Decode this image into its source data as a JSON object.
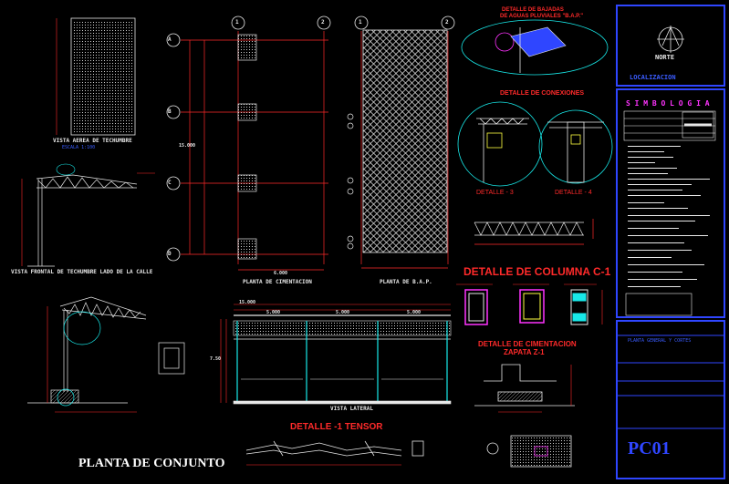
{
  "sheet": {
    "code": "PC01",
    "title": "PLANTA DE CONJUNTO",
    "colors": {
      "background": "#000000",
      "frame": "#2f46ff",
      "red": "#ff2a2a",
      "cyan": "#18e8e8",
      "white": "#e8e8e8",
      "magenta": "#ff33ff",
      "yellow": "#ffff40"
    }
  },
  "grid": {
    "row_bubbles": [
      "A",
      "B",
      "C",
      "D"
    ],
    "col_bubbles": [
      "1",
      "2",
      "1",
      "2"
    ]
  },
  "views": {
    "aerial_title": "VISTA AEREA DE TECHUMBRE",
    "front_title": "VISTA FRONTAL DE TECHUMBRE LADO DE LA CALLE",
    "foundation_plan_title": "PLANTA DE CIMENTACION",
    "bap_plan_title": "PLANTA DE B.A.P.",
    "lateral_title": "VISTA LATERAL",
    "tensor_title": "DETALLE -1   TENSOR",
    "column_title": "DETALLE DE COLUMNA C-1",
    "foundation_detail_title": "DETALLE DE CIMENTACION",
    "foundation_detail_sub": "ZAPATA Z-1",
    "connections_title": "DETALLE DE CONEXIONES",
    "downspout_title_1": "DETALLE DE BAJADAS",
    "downspout_title_2": "DE AGUAS PLUVIALES \"B.A.P.\"",
    "detail_3": "DETALLE  -  3",
    "detail_4": "DETALLE  -  4",
    "scale_note": "ESCALA 1:100"
  },
  "title_block": {
    "north": "NORTE",
    "location": "LOCALIZACION",
    "legend_title": "S I M B O L O G I A",
    "project_name": "PLANTA GENERAL Y CORTES"
  },
  "dimensions": {
    "lateral_top": [
      "15.000",
      "5.000",
      "5.000",
      "5.000"
    ],
    "lateral_height": "7.50",
    "plan_total": "6.000",
    "plan_height": "15.000"
  }
}
